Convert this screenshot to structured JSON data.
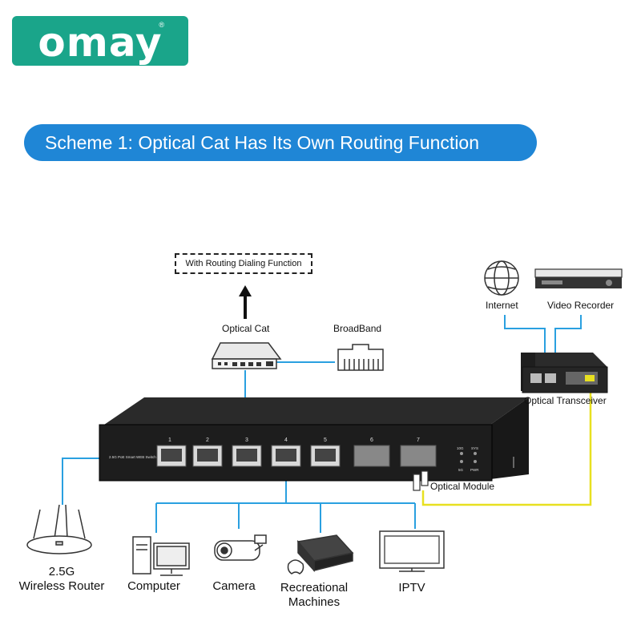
{
  "brand": {
    "logo_text": "omay",
    "registered_mark": "®",
    "logo_color": "#1aa58a"
  },
  "banner": {
    "title": "Scheme 1: Optical Cat Has Its Own Routing Function",
    "color": "#1f86d6"
  },
  "callout": {
    "text": "With Routing Dialing Function"
  },
  "labels": {
    "optical_cat": "Optical Cat",
    "broadband": "BroadBand",
    "internet": "Internet",
    "video_recorder": "Video Recorder",
    "optical_transceiver": "Optical Transceiver",
    "optical_module": "Optical Module",
    "router_line1": "2.5G",
    "router_line2": "Wireless Router",
    "computer": "Computer",
    "camera": "Camera",
    "recreational_line1": "Recreational",
    "recreational_line2": "Machines",
    "iptv": "IPTV"
  },
  "switch": {
    "ports": [
      "1",
      "2",
      "3",
      "4",
      "5",
      "6",
      "7"
    ],
    "model_text": "2.5G PoE Smart WEB Switch",
    "indicators": [
      "10G",
      "SYS",
      "5G",
      "PWR"
    ]
  },
  "colors": {
    "link_blue": "#2aa0e0",
    "fiber_yellow": "#e8e020"
  },
  "icons": [
    "globe-icon",
    "dvr-icon",
    "optical-cat-icon",
    "rj45-jack-icon",
    "transceiver-icon",
    "switch-icon",
    "router-icon",
    "computer-icon",
    "camera-icon",
    "game-console-icon",
    "tv-icon"
  ]
}
